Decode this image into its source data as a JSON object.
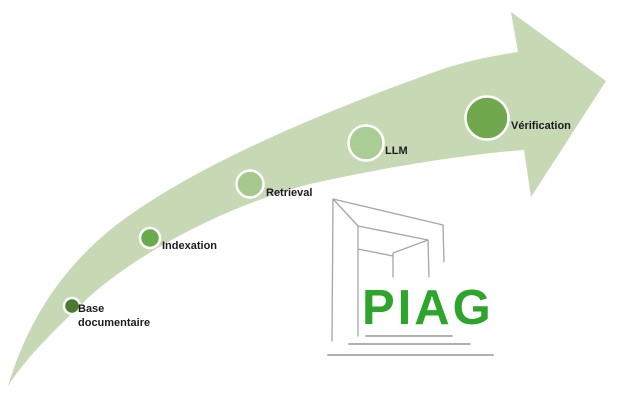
{
  "diagram": {
    "background_color": "#ffffff",
    "arrow": {
      "description": "curved growth arrow rising from bottom-left to top-right",
      "color": "#c7d8b5"
    },
    "steps": [
      {
        "label": "Base documentaire",
        "color": "#4a7a30"
      },
      {
        "label": "Indexation",
        "color": "#6caa4e"
      },
      {
        "label": "Retrieval",
        "color": "#a5c98e"
      },
      {
        "label": "LLM",
        "color": "#a9cd95"
      },
      {
        "label": "Vérification",
        "color": "#71a84e"
      }
    ],
    "label_color": "#1c1c1c",
    "logo": {
      "text": "PIAG",
      "text_color": "#2da42c",
      "line_color": "#a6a6a6"
    }
  }
}
